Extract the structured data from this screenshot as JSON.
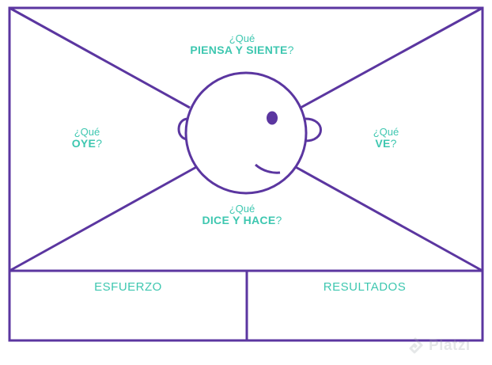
{
  "quadrants": {
    "top": {
      "question": "¿Qué",
      "topic": "PIENSA Y SIENTE",
      "mark": "?"
    },
    "left": {
      "question": "¿Qué",
      "topic": "OYE",
      "mark": "?"
    },
    "right": {
      "question": "¿Qué",
      "topic": "VE",
      "mark": "?"
    },
    "bottom": {
      "question": "¿Qué",
      "topic": "DICE Y HACE",
      "mark": "?"
    }
  },
  "bottom_sections": {
    "left": "ESFUERZO",
    "right": "RESULTADOS"
  },
  "watermark": {
    "brand": "Platzi",
    "logo_icon": "platzi-logo-icon"
  },
  "colors": {
    "outline": "#5b36a0",
    "text": "#3ec7b0",
    "eye": "#5b36a0",
    "watermark": "#9aa3a6"
  }
}
